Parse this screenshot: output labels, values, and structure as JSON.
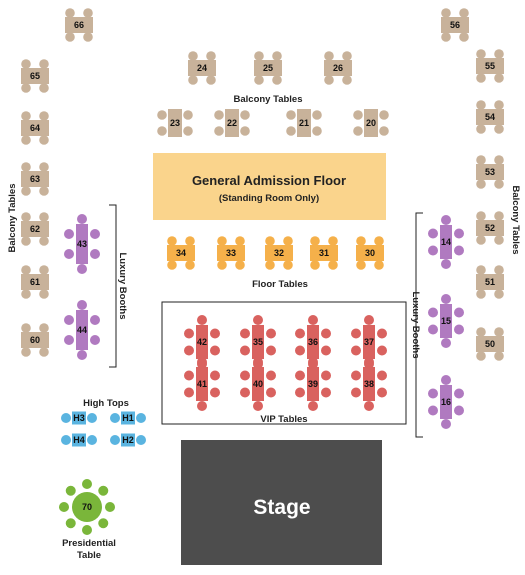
{
  "colors": {
    "balcony_table": "#c8b29a",
    "balcony_chair": "#c8b29a",
    "floor_table": "#f5b04a",
    "floor_chair": "#f5b04a",
    "ga_floor": "#fad48c",
    "vip_table": "#d9625f",
    "vip_chair": "#d9625f",
    "booth_table": "#b07ac0",
    "booth_chair": "#b07ac0",
    "hightop": "#5ab4e0",
    "presidential": "#7ab63a",
    "stage": "#4d4d4d",
    "line": "#222222"
  },
  "labels": {
    "balcony_tables_top": "Balcony Tables",
    "balcony_tables_left": "Balcony Tables",
    "balcony_tables_right": "Balcony Tables",
    "ga_title": "General Admission Floor",
    "ga_subtitle": "(Standing Room Only)",
    "floor_tables": "Floor Tables",
    "luxury_booths_left": "Luxury Booths",
    "luxury_booths_right": "Luxury Booths",
    "vip_tables": "VIP Tables",
    "high_tops": "High Tops",
    "stage": "Stage",
    "presidential_line1": "Presidential",
    "presidential_line2": "Table"
  },
  "sections": {
    "balcony_top_corner": [
      "66",
      "56"
    ],
    "balcony_top_row": [
      "24",
      "25",
      "26"
    ],
    "balcony_second_row": [
      "23",
      "22",
      "21",
      "20"
    ],
    "balcony_left": [
      "65",
      "64",
      "63",
      "62",
      "61",
      "60"
    ],
    "balcony_right": [
      "55",
      "54",
      "53",
      "52",
      "51",
      "50"
    ],
    "floor_tables": [
      "34",
      "33",
      "32",
      "31",
      "30"
    ],
    "luxury_left": [
      "43",
      "44"
    ],
    "luxury_right": [
      "14",
      "15",
      "16"
    ],
    "vip_top": [
      "42",
      "35",
      "36",
      "37"
    ],
    "vip_bottom": [
      "41",
      "40",
      "39",
      "38"
    ],
    "high_tops": [
      "H3",
      "H1",
      "H4",
      "H2"
    ],
    "presidential": "70"
  }
}
